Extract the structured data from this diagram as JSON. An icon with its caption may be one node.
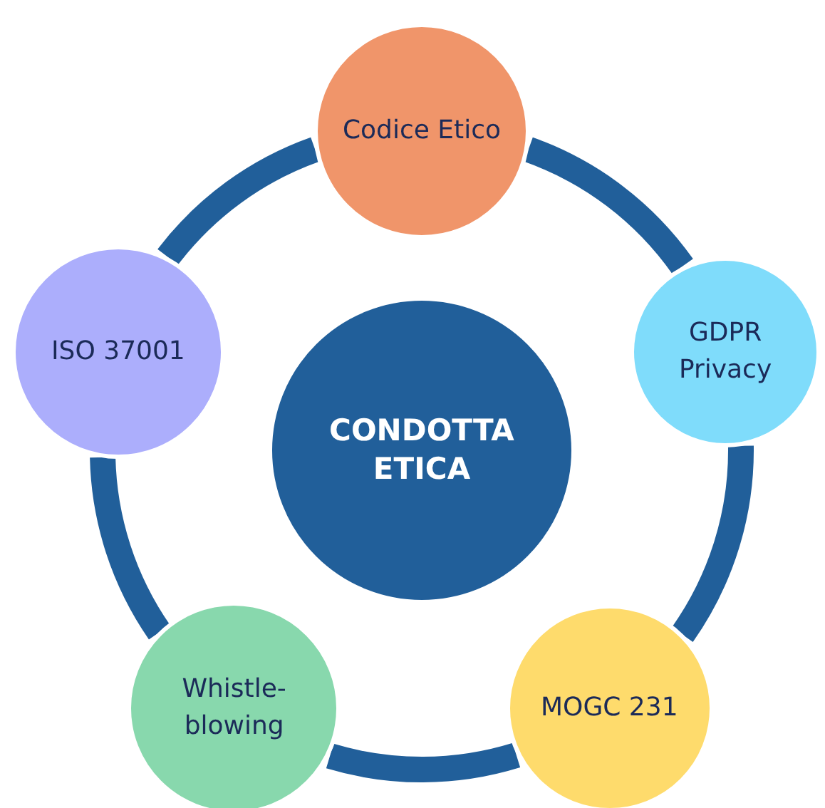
{
  "diagram": {
    "nodes": [
      {
        "text": [
          "CONDOTTA ETICA"
        ]
      },
      {
        "text": [
          "Codice Etico"
        ]
      },
      {
        "text": [
          "GDPR Privacy"
        ]
      },
      {
        "text": [
          "MOGC 231"
        ]
      },
      {
        "text": [
          "Whistle- blowing"
        ]
      },
      {
        "text": [
          "ISO 37001"
        ]
      }
    ],
    "edges": [
      {
        "from": 1,
        "to": 2,
        "arrow": "none"
      },
      {
        "from": 2,
        "to": 3,
        "arrow": "none"
      },
      {
        "from": 3,
        "to": 4,
        "arrow": "none"
      },
      {
        "from": 4,
        "to": 5,
        "arrow": "none"
      },
      {
        "from": 5,
        "to": 1,
        "arrow": "none"
      }
    ]
  }
}
